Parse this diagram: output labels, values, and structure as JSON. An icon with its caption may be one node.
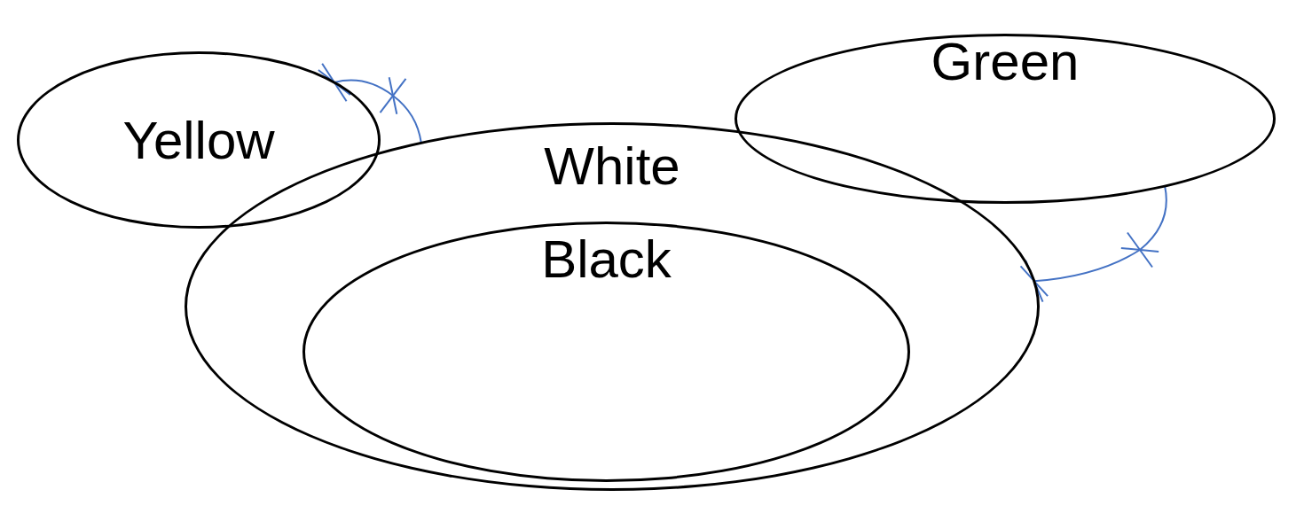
{
  "diagram": {
    "nodes": [
      {
        "text": [
          "Yellow"
        ]
      },
      {
        "text": [
          "Green"
        ]
      },
      {
        "text": [
          "White"
        ]
      },
      {
        "text": [
          "Black"
        ],
        "in": 2
      }
    ],
    "edges": [
      {
        "from": 2,
        "to": 0,
        "arrow": "other",
        "color": "#4472c4"
      },
      {
        "from": 1,
        "to": 2,
        "arrow": "other",
        "color": "#4472c4"
      }
    ]
  }
}
